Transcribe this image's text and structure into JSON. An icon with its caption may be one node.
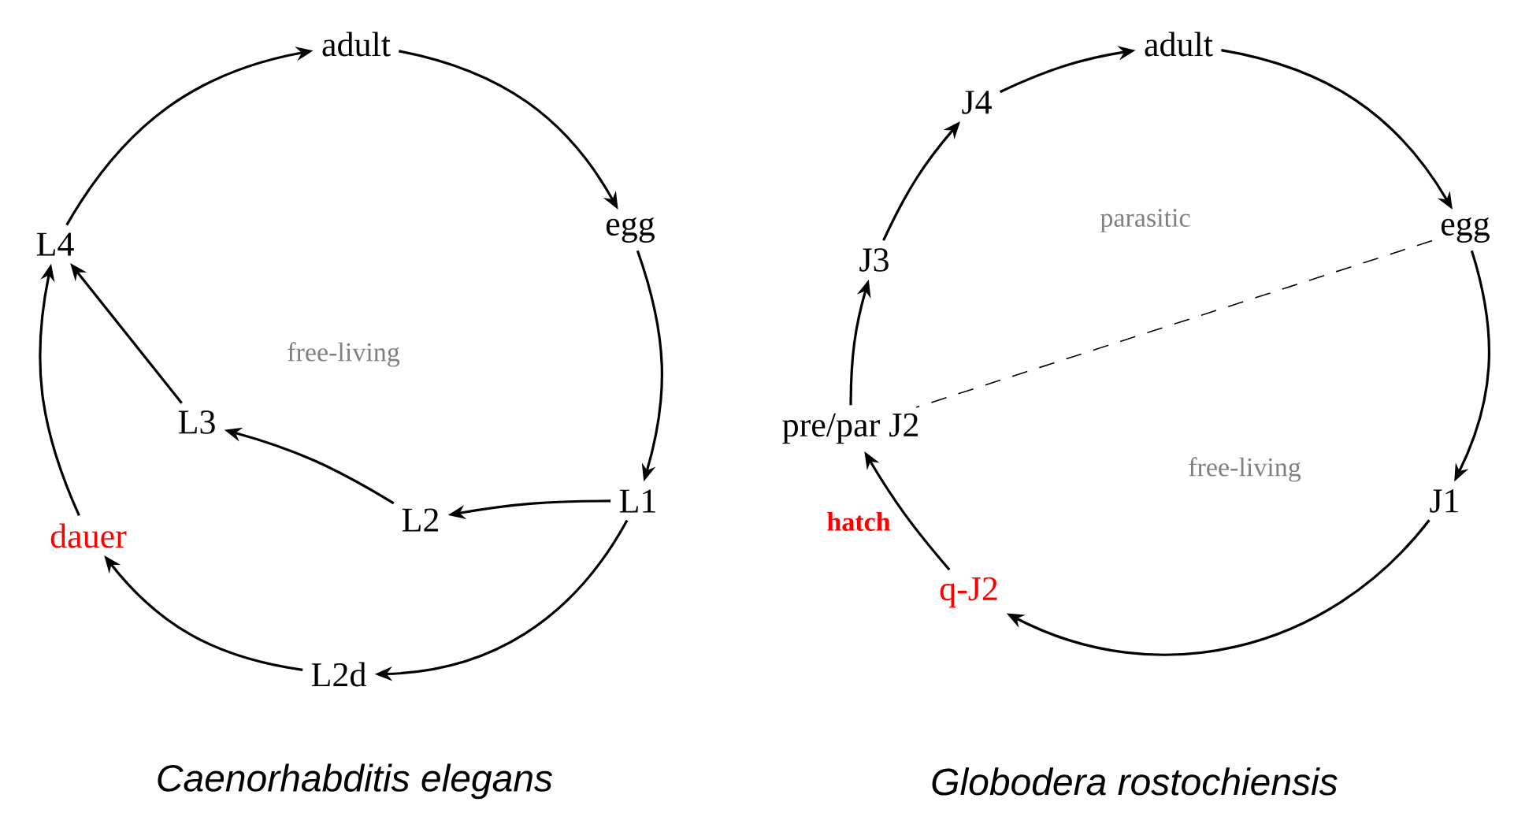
{
  "diagram": {
    "nodes": [
      {
        "text": [
          "adult"
        ]
      },
      {
        "text": [
          "egg"
        ]
      },
      {
        "text": [
          "L1"
        ]
      },
      {
        "text": [
          "L2"
        ]
      },
      {
        "text": [
          "L3"
        ]
      },
      {
        "text": [
          "L4"
        ]
      },
      {
        "text": [
          "dauer"
        ]
      },
      {
        "text": [
          "L2d"
        ]
      },
      {
        "text": [
          "adult"
        ]
      },
      {
        "text": [
          "egg"
        ]
      },
      {
        "text": [
          "J1"
        ]
      },
      {
        "text": [
          "q-J2"
        ]
      },
      {
        "text": [
          "pre/par J2"
        ]
      },
      {
        "text": [
          "J3"
        ]
      },
      {
        "text": [
          "J4"
        ]
      }
    ],
    "edges": [
      {
        "from": 0,
        "to": 1,
        "arrow": "to"
      },
      {
        "from": 1,
        "to": 2,
        "arrow": "to"
      },
      {
        "from": 2,
        "to": 3,
        "arrow": "to"
      },
      {
        "from": 3,
        "to": 4,
        "arrow": "to"
      },
      {
        "from": 4,
        "to": 5,
        "arrow": "to"
      },
      {
        "from": 5,
        "to": 0,
        "arrow": "to"
      },
      {
        "from": 2,
        "to": 7,
        "arrow": "to"
      },
      {
        "from": 7,
        "to": 6,
        "arrow": "to"
      },
      {
        "from": 6,
        "to": 5,
        "arrow": "to"
      },
      {
        "from": 8,
        "to": 9,
        "arrow": "to"
      },
      {
        "from": 9,
        "to": 10,
        "arrow": "to"
      },
      {
        "from": 10,
        "to": 11,
        "arrow": "to"
      },
      {
        "from": 11,
        "to": 12,
        "arrow": "to",
        "label": "hatch"
      },
      {
        "from": 12,
        "to": 13,
        "arrow": "to"
      },
      {
        "from": 13,
        "to": 14,
        "arrow": "to"
      },
      {
        "from": 14,
        "to": 8,
        "arrow": "to"
      },
      {
        "from": 9,
        "to": 12,
        "arrow": "none",
        "style": "dashed"
      }
    ],
    "labels": [
      "free-living",
      "parasitic",
      "free-living",
      "Caenorhabditis elegans",
      "Globodera rostochiensis"
    ]
  }
}
